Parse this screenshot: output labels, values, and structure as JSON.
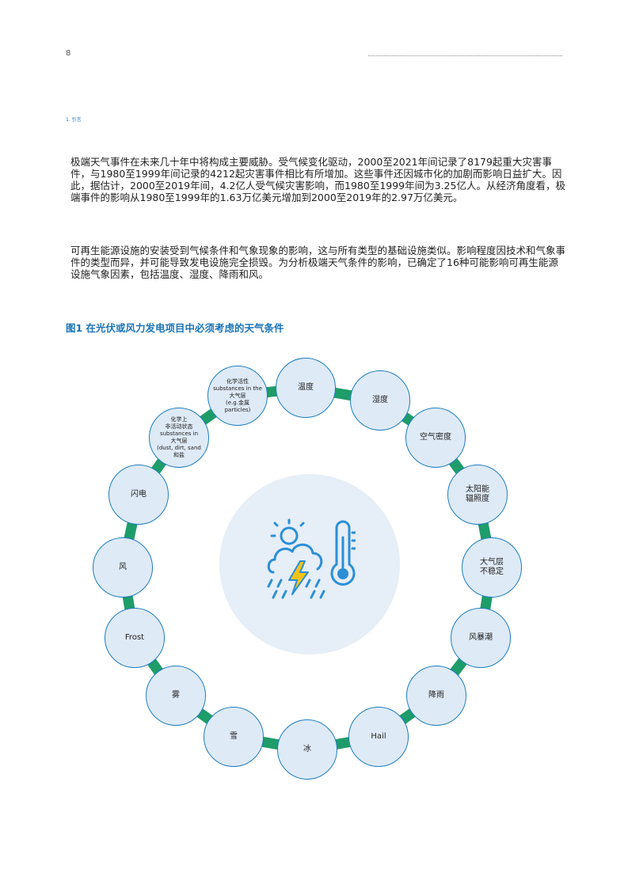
{
  "header": {
    "page_number": "8",
    "section": "1. 引言"
  },
  "paragraphs": [
    "极端天气事件在未来几十年中将构成主要威胁。受气候变化驱动，2000至2021年间记录了8179起重大灾害事件，与1980至1999年间记录的4212起灾害事件相比有所增加。这些事件还因城市化的加剧而影响日益扩大。因此，据估计，2000至2019年间，4.2亿人受气候灾害影响，而1980至1999年间为3.25亿人。从经济角度看，极端事件的影响从1980至1999年的1.63万亿美元增加到2000至2019年的2.97万亿美元。",
    "可再生能源设施的安装受到气候条件和气象现象的影响，这与所有类型的基础设施类似。影响程度因技术和气象事件的类型而异，并可能导致发电设施完全损毁。为分析极端天气条件的影响，已确定了16种可能影响可再生能源设施气象因素，包括温度、湿度、降雨和风。"
  ],
  "figure": {
    "title": "图1 在光伏或风力发电项目中必须考虑的天气条件",
    "nodes": [
      "温度",
      "湿度",
      "空气密度",
      "太阳能\n辐照度",
      "大气层\n不稳定",
      "风暴潮",
      "降雨",
      "Hail",
      "冰",
      "雪",
      "雾",
      "Frost",
      "风",
      "闪电",
      "化学上\n非活动状态\nsubstances in\n大气层\n(dust, dirt, sand\n和盐",
      "化学活性\nsubstances in the\n大气层\n(e.g.金属\nparticles)"
    ],
    "center_icon": "weather-thermometer-icon",
    "colors": {
      "ring": "#1e9c6a",
      "node_fill": "#deeaf6",
      "node_border": "#1e7dbf",
      "icon": "#2b8fd6",
      "bolt": "#f4c31a"
    }
  }
}
